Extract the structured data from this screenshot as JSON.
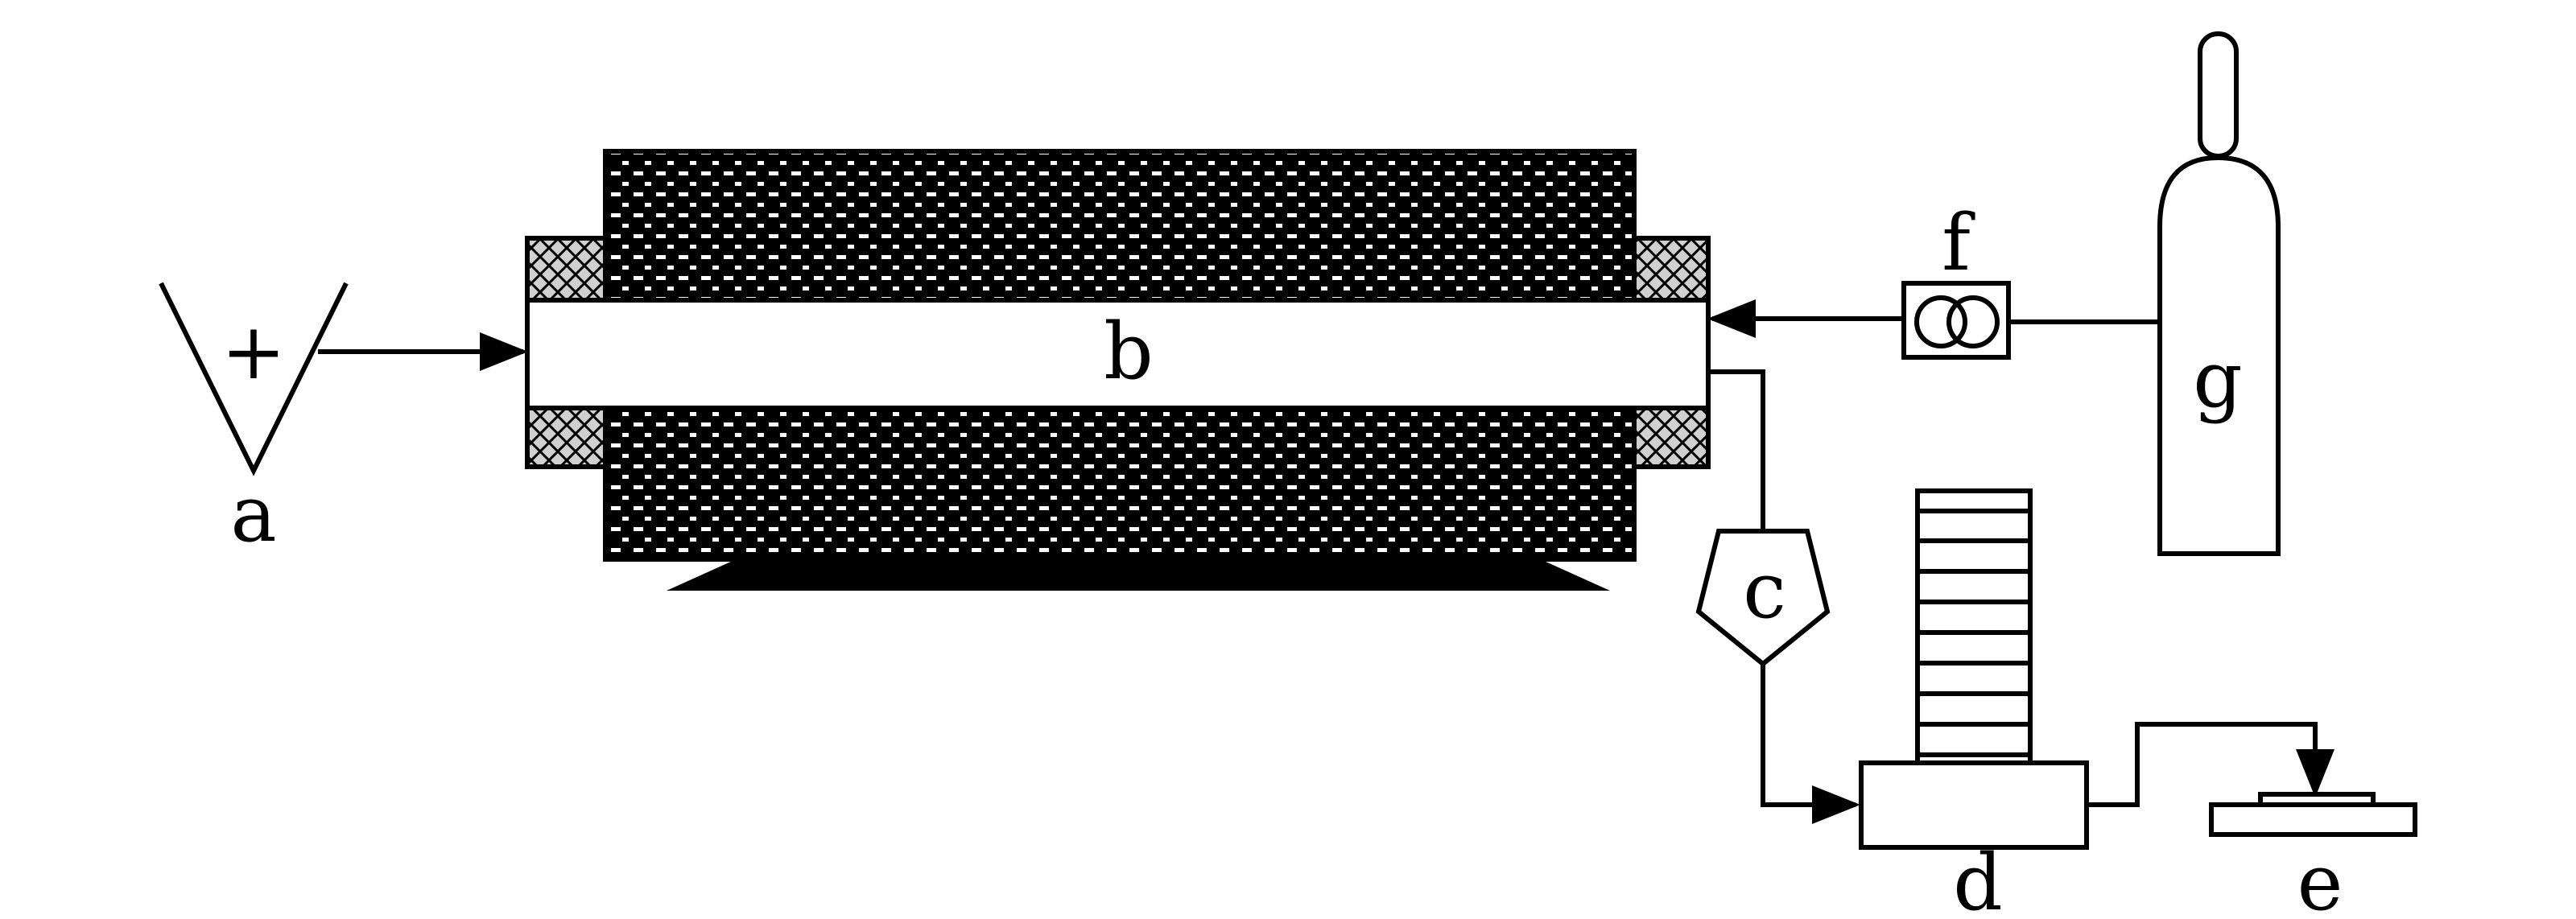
{
  "diagram": {
    "labels": {
      "a": "a",
      "b": "b",
      "c": "c",
      "d": "d",
      "e": "e",
      "f": "f",
      "g": "g",
      "plus": "+"
    }
  }
}
